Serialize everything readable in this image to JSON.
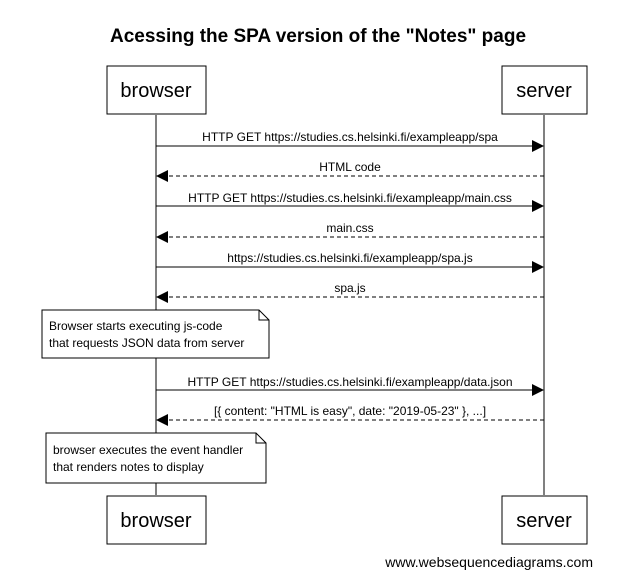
{
  "title": "Acessing the SPA version of the \"Notes\" page",
  "actors": {
    "left": "browser",
    "right": "server"
  },
  "messages": [
    {
      "text": "HTTP GET https://studies.cs.helsinki.fi/exampleapp/spa",
      "direction": "to-server",
      "style": "solid"
    },
    {
      "text": "HTML code",
      "direction": "to-browser",
      "style": "dashed"
    },
    {
      "text": "HTTP GET https://studies.cs.helsinki.fi/exampleapp/main.css",
      "direction": "to-server",
      "style": "solid"
    },
    {
      "text": "main.css",
      "direction": "to-browser",
      "style": "dashed"
    },
    {
      "text": "https://studies.cs.helsinki.fi/exampleapp/spa.js",
      "direction": "to-server",
      "style": "solid"
    },
    {
      "text": "spa.js",
      "direction": "to-browser",
      "style": "dashed"
    },
    {
      "text": "HTTP GET https://studies.cs.helsinki.fi/exampleapp/data.json",
      "direction": "to-server",
      "style": "solid"
    },
    {
      "text": "[{ content: \"HTML is easy\", date: \"2019-05-23\" }, ...]",
      "direction": "to-browser",
      "style": "dashed"
    }
  ],
  "notes": [
    {
      "lines": [
        "Browser starts executing js-code",
        "that requests JSON data from server"
      ]
    },
    {
      "lines": [
        "browser executes the event handler",
        "that renders notes to display"
      ]
    }
  ],
  "footer": "www.websequencediagrams.com",
  "colors": {
    "line": "#000000",
    "background": "#ffffff"
  }
}
